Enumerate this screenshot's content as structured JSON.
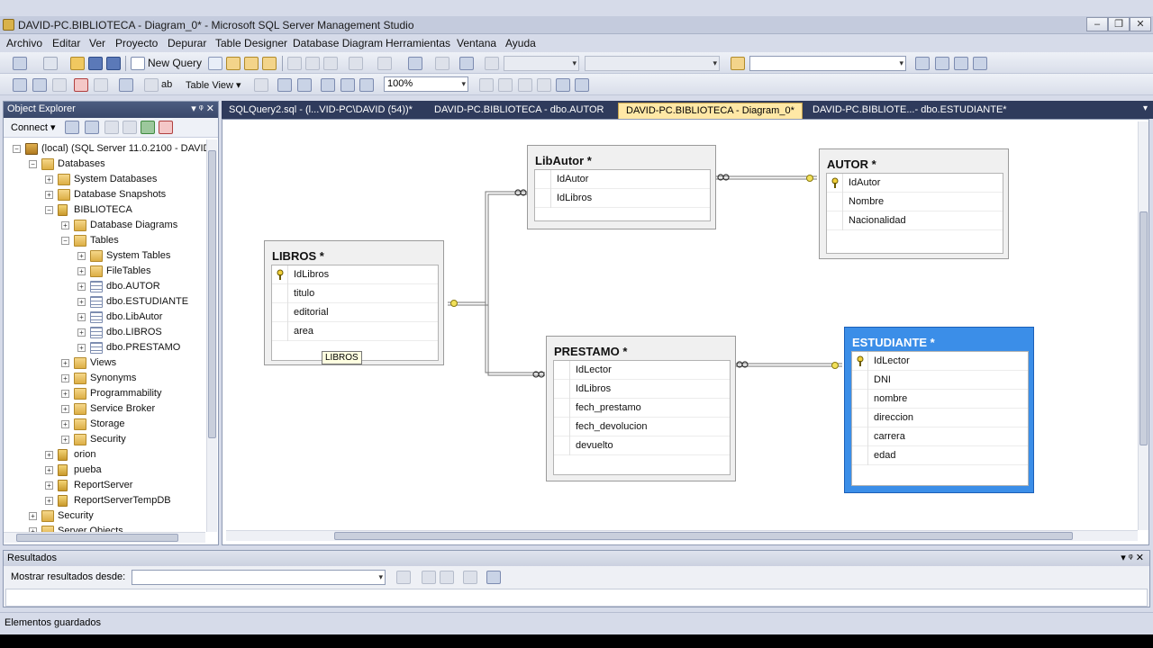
{
  "window": {
    "title": "DAVID-PC.BIBLIOTECA - Diagram_0* - Microsoft SQL Server Management Studio"
  },
  "menu": [
    "Archivo",
    "Editar",
    "Ver",
    "Proyecto",
    "Depurar",
    "Table Designer",
    "Database Diagram",
    "Herramientas",
    "Ventana",
    "Ayuda"
  ],
  "toolbar": {
    "new_query": "New Query",
    "table_view": "Table View",
    "zoom": "100%"
  },
  "object_explorer": {
    "title": "Object Explorer",
    "connect": "Connect",
    "nodes": [
      "(local) (SQL Server 11.0.2100 - DAVID",
      "Databases",
      "System Databases",
      "Database Snapshots",
      "BIBLIOTECA",
      "Database Diagrams",
      "Tables",
      "System Tables",
      "FileTables",
      "dbo.AUTOR",
      "dbo.ESTUDIANTE",
      "dbo.LibAutor",
      "dbo.LIBROS",
      "dbo.PRESTAMO",
      "Views",
      "Synonyms",
      "Programmability",
      "Service Broker",
      "Storage",
      "Security",
      "orion",
      "pueba",
      "ReportServer",
      "ReportServerTempDB",
      "Security",
      "Server Objects"
    ]
  },
  "tabs": [
    "SQLQuery2.sql - (l...VID-PC\\DAVID (54))*",
    "DAVID-PC.BIBLIOTECA - dbo.AUTOR",
    "DAVID-PC.BIBLIOTECA - Diagram_0*",
    "DAVID-PC.BIBLIOTE...- dbo.ESTUDIANTE*"
  ],
  "diagram": {
    "tables": [
      {
        "name": "LibAutor *",
        "columns": [
          "IdAutor",
          "IdLibros"
        ]
      },
      {
        "name": "AUTOR *",
        "columns": [
          "IdAutor",
          "Nombre",
          "Nacionalidad"
        ]
      },
      {
        "name": "LIBROS *",
        "columns": [
          "IdLibros",
          "titulo",
          "editorial",
          "area"
        ]
      },
      {
        "name": "PRESTAMO *",
        "columns": [
          "IdLector",
          "IdLibros",
          "fech_prestamo",
          "fech_devolucion",
          "devuelto"
        ]
      },
      {
        "name": "ESTUDIANTE *",
        "columns": [
          "IdLector",
          "DNI",
          "nombre",
          "direccion",
          "carrera",
          "edad"
        ]
      }
    ],
    "tooltip": "LIBROS"
  },
  "results": {
    "title": "Resultados",
    "filter_label": "Mostrar resultados desde:"
  },
  "status": "Elementos guardados"
}
